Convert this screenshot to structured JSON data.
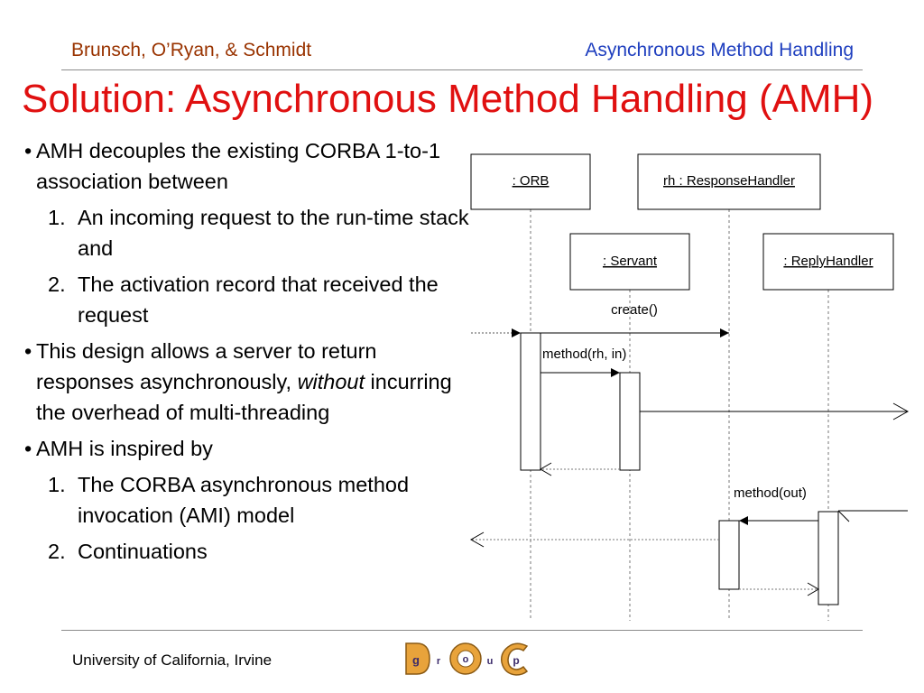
{
  "header": {
    "authors": "Brunsch, O’Ryan, & Schmidt",
    "topic": "Asynchronous Method Handling"
  },
  "slide": {
    "title": "Solution: Asynchronous Method Handling (AMH)",
    "bullets": [
      {
        "text": "AMH decouples the existing CORBA 1-to-1 association between",
        "sub": [
          {
            "num": "1.",
            "text": "An incoming request to the run-time stack and"
          },
          {
            "num": "2.",
            "text": "The activation record that received the request"
          }
        ]
      },
      {
        "text_before": "This design allows a server to return responses asynchronously, ",
        "emphasis": "without",
        "text_after": " incurring the overhead of multi-threading"
      },
      {
        "text": "AMH is inspired by",
        "sub": [
          {
            "num": "1.",
            "text": "The CORBA asynchronous method invocation (AMI) model"
          },
          {
            "num": "2.",
            "text": "Continuations"
          }
        ]
      }
    ]
  },
  "diagram": {
    "objects": {
      "orb": ": ORB",
      "response_handler": "rh : ResponseHandler",
      "servant": ": Servant",
      "reply_handler": ": ReplyHandler"
    },
    "messages": {
      "create": "create()",
      "method_rh_in": "method(rh, in)",
      "method_out": "method(out)"
    }
  },
  "footer": {
    "institution": "University of California, Irvine",
    "logo_letters": [
      "D",
      "O",
      "C",
      "g",
      "r",
      "o",
      "u",
      "p"
    ]
  },
  "colors": {
    "header_left": "#993300",
    "header_right": "#1f3fbf",
    "title": "#e01010"
  }
}
